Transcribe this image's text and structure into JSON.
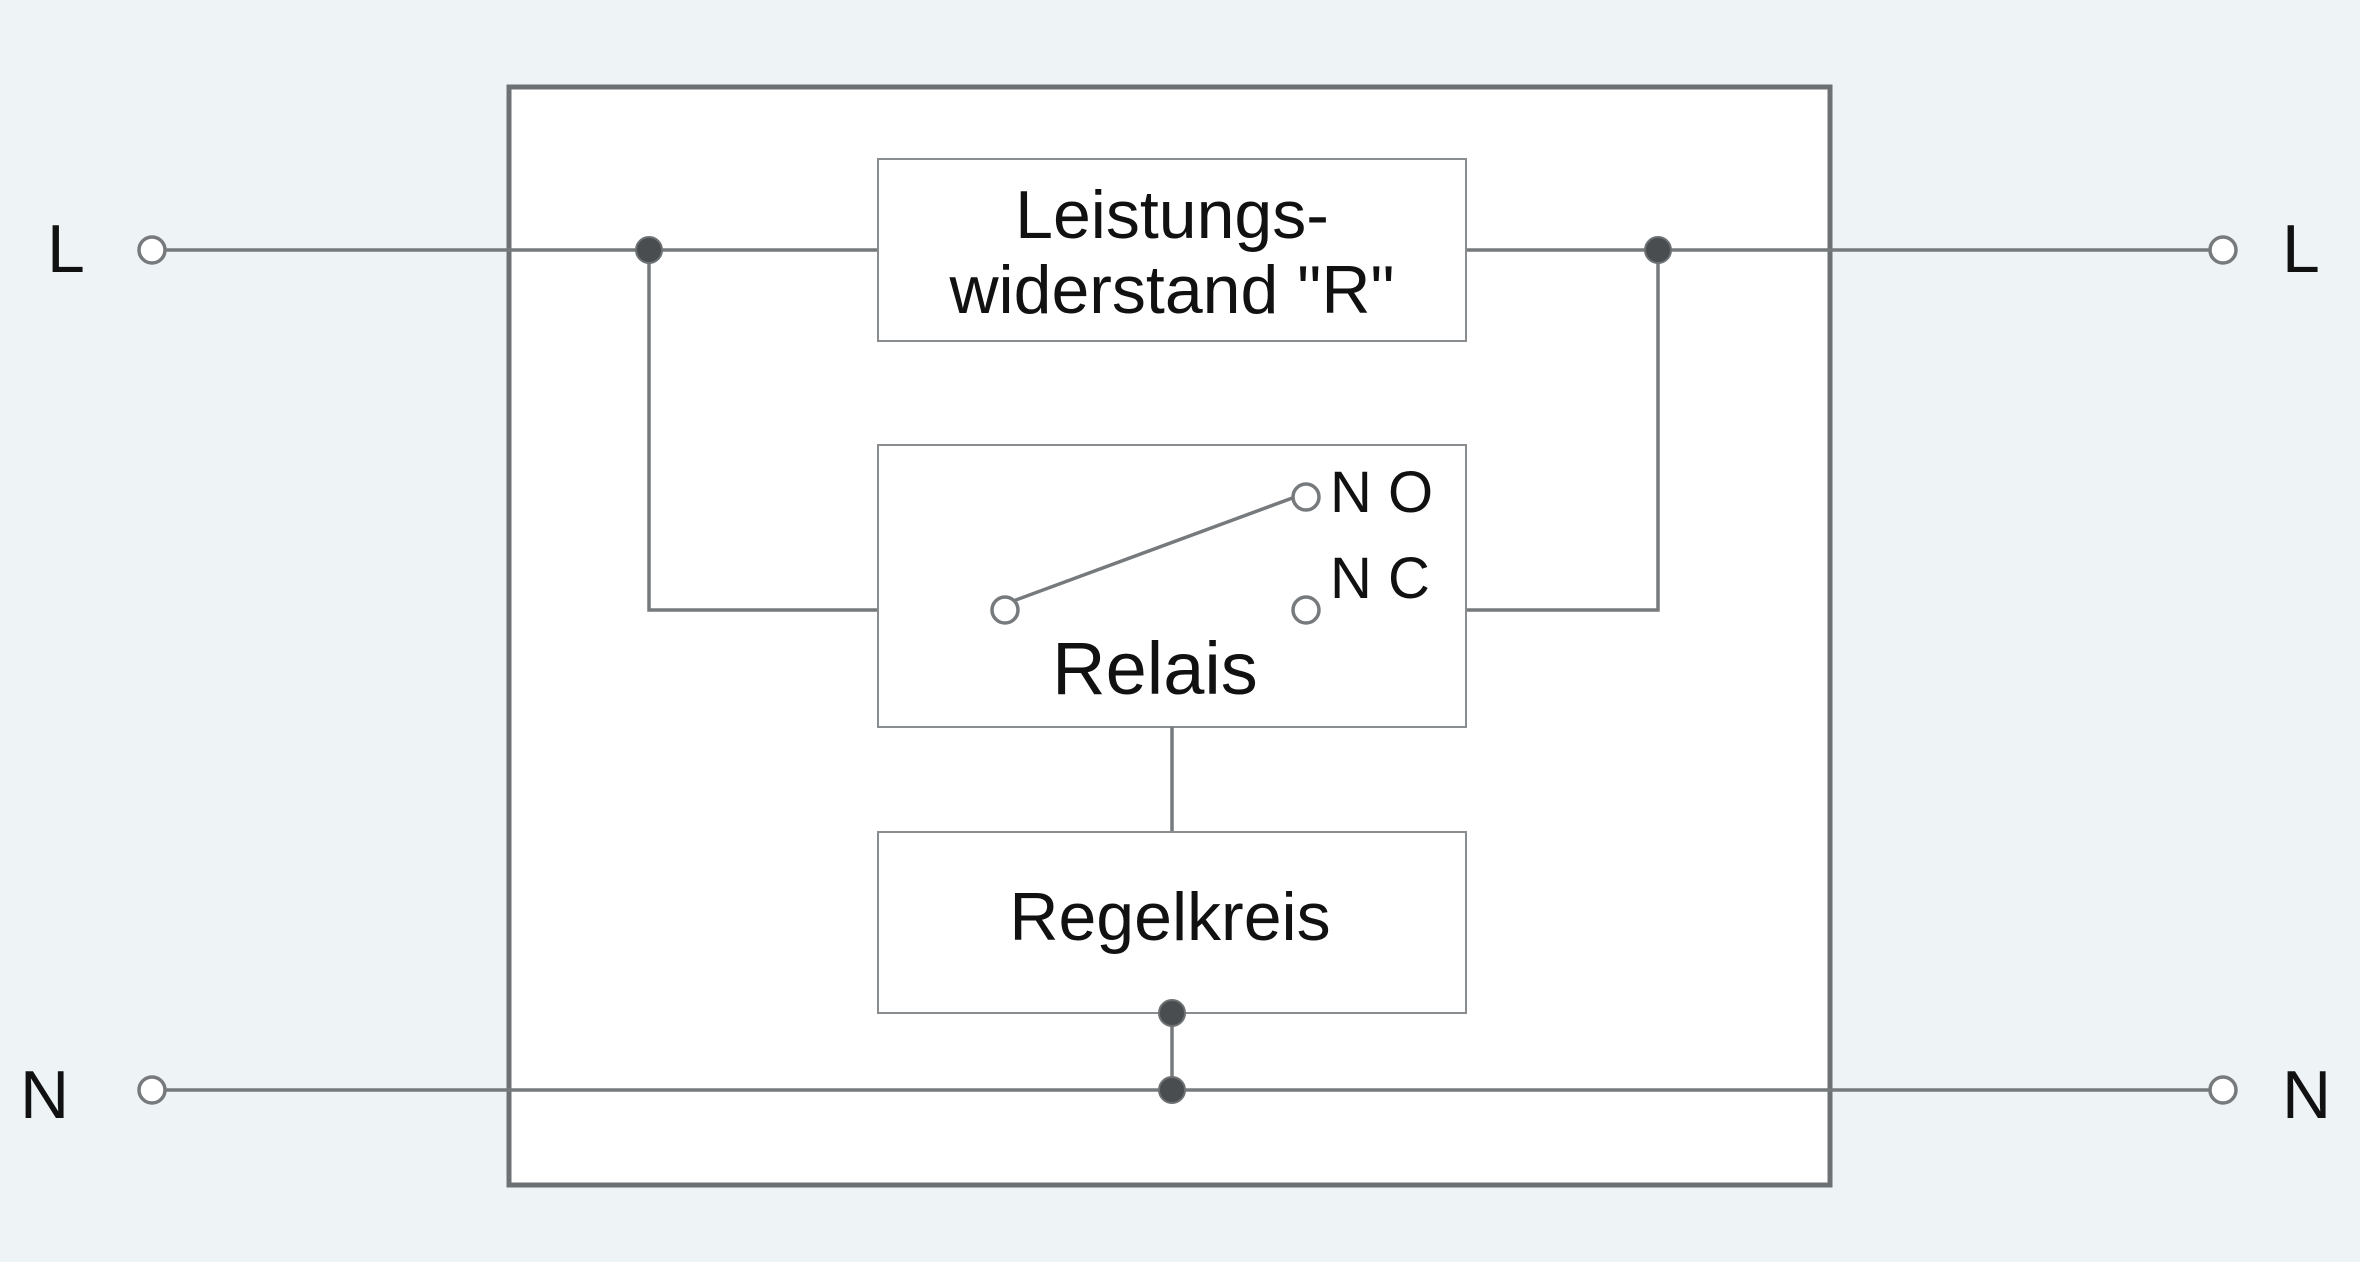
{
  "diagram": {
    "terminals": {
      "left_line": "L",
      "left_neutral": "N",
      "right_line": "L",
      "right_neutral": "N"
    },
    "resistor": {
      "line1": "Leistungs-",
      "line2": "widerstand \"R\""
    },
    "relay": {
      "label": "Relais",
      "no_contact": "N O",
      "nc_contact": "N C"
    },
    "controller": {
      "label": "Regelkreis"
    }
  }
}
